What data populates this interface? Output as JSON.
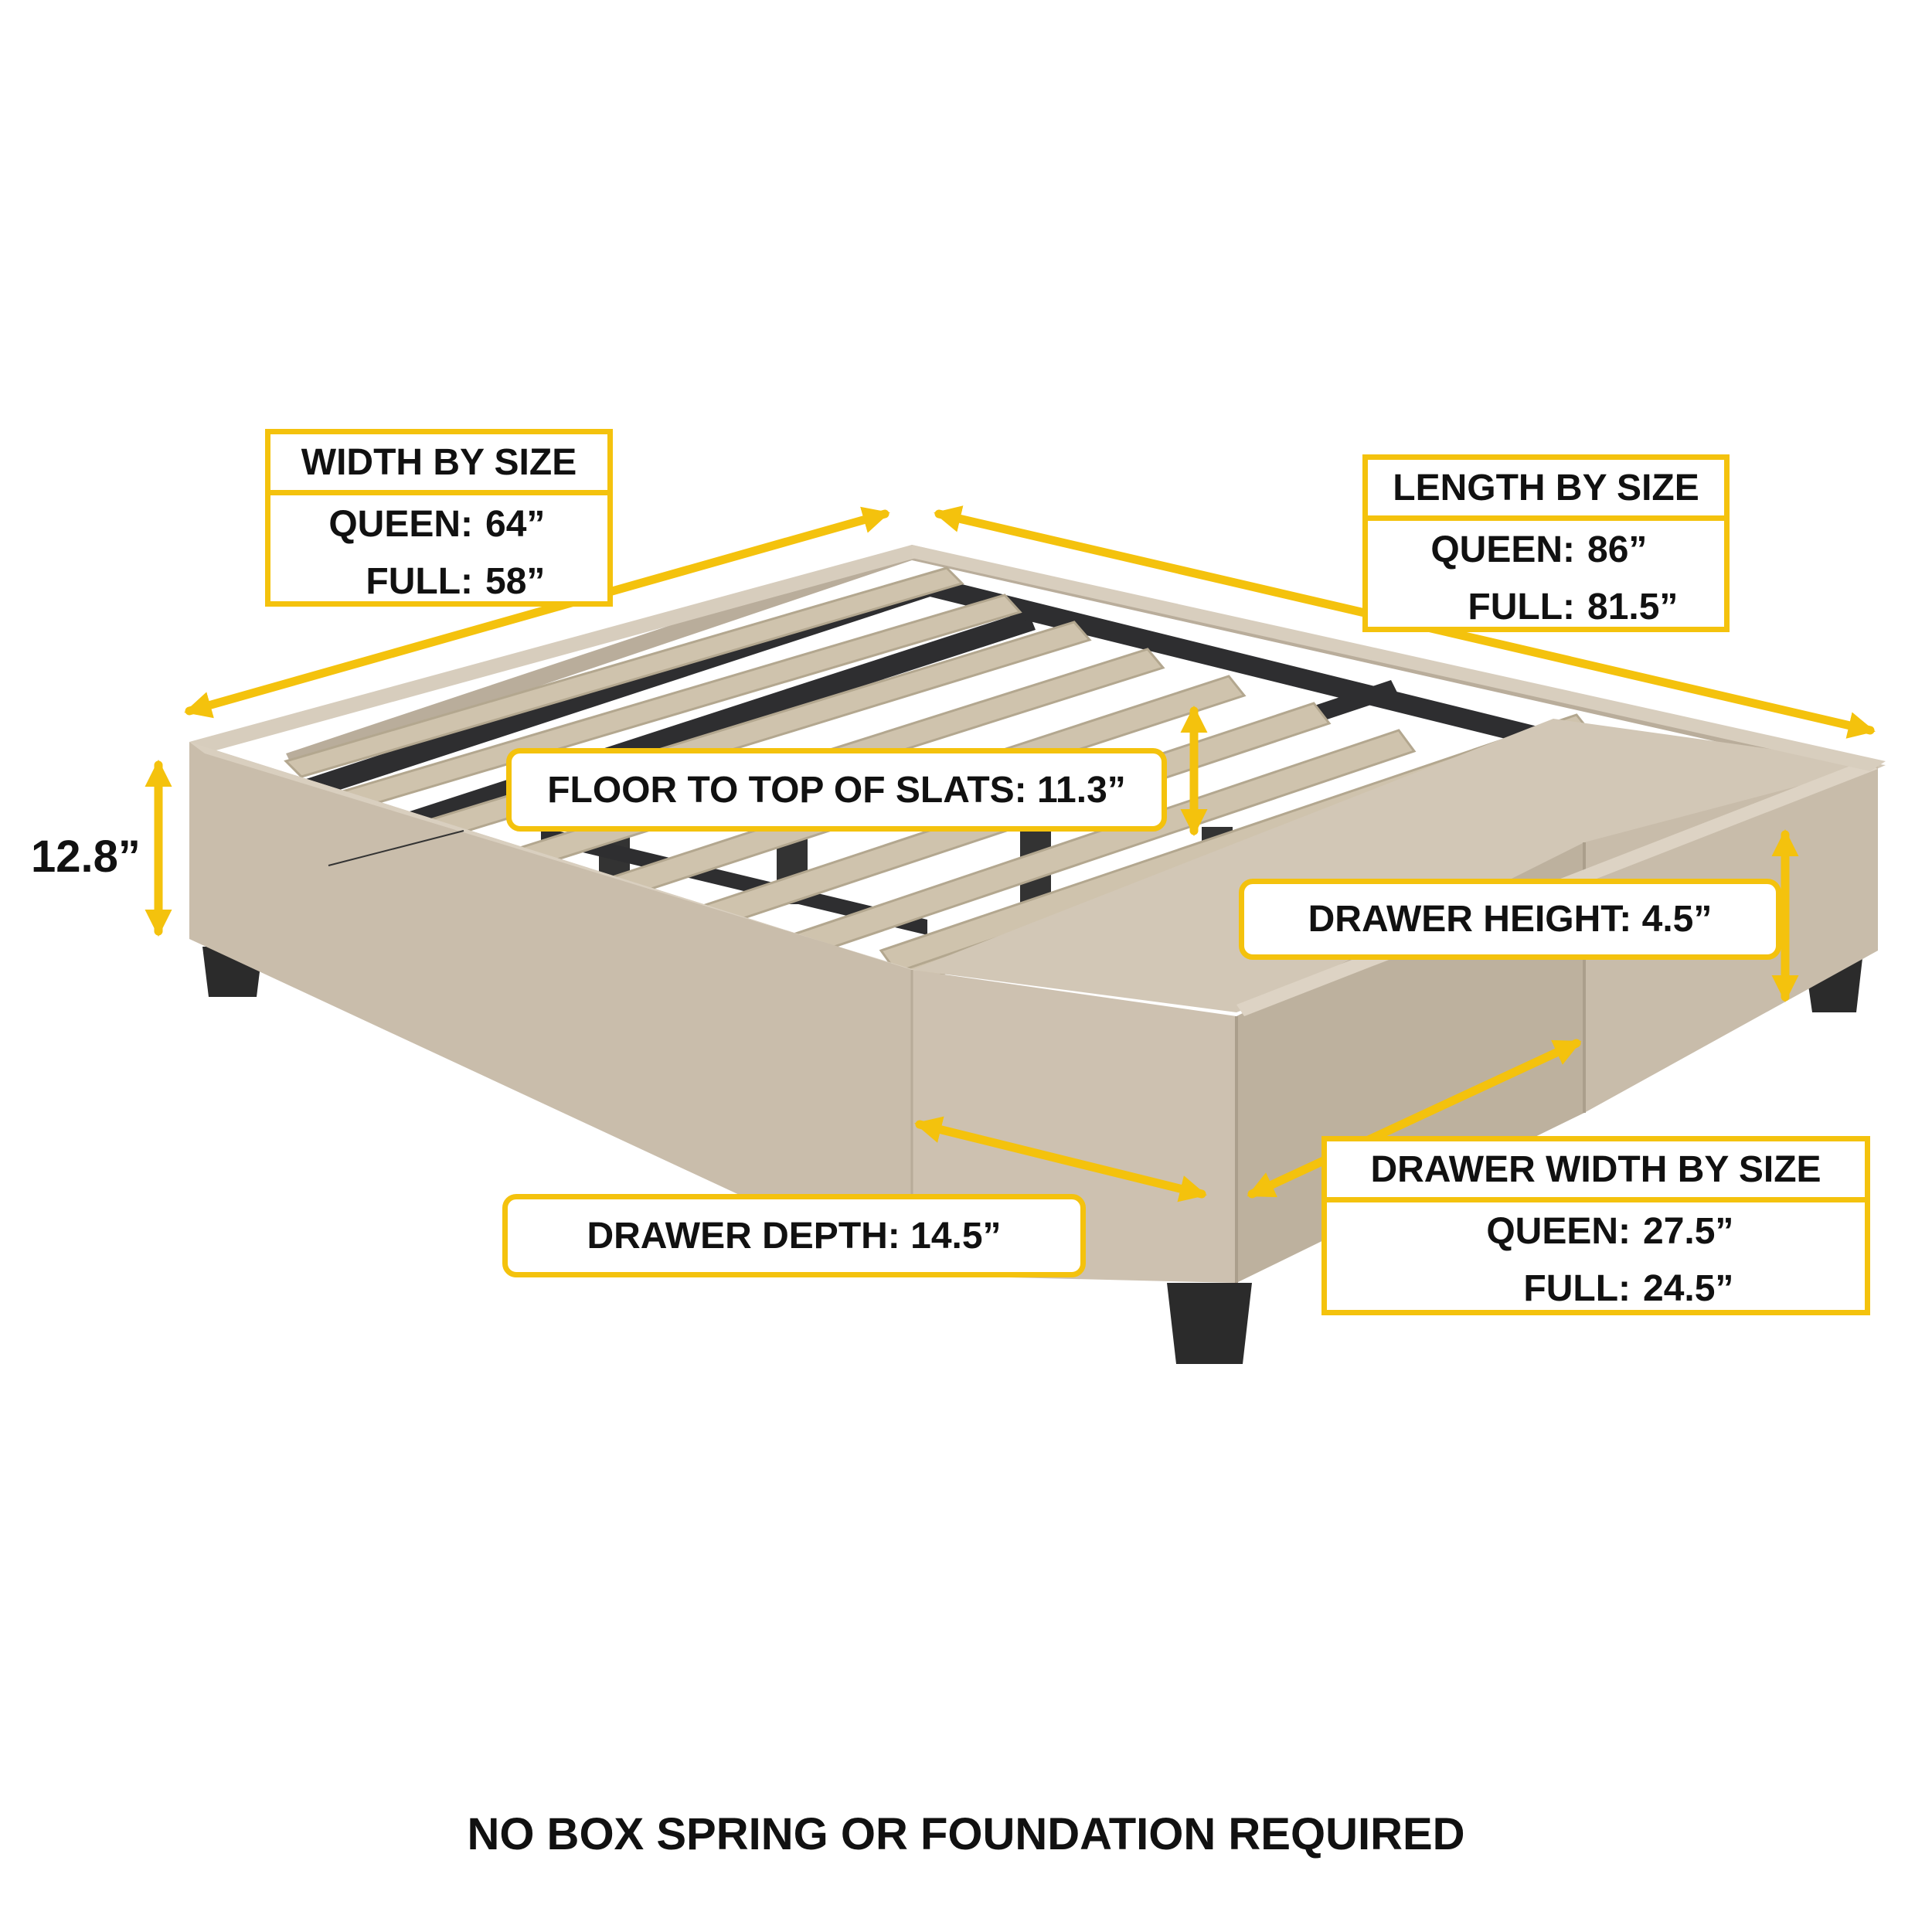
{
  "width_box": {
    "title": "WIDTH BY SIZE",
    "queen_label": "QUEEN:",
    "queen_value": "64”",
    "full_label": "FULL:",
    "full_value": "58”"
  },
  "length_box": {
    "title": "LENGTH BY SIZE",
    "queen_label": "QUEEN:",
    "queen_value": "86”",
    "full_label": "FULL:",
    "full_value": "81.5”"
  },
  "height_label": "12.8”",
  "slats_label": "FLOOR TO TOP OF SLATS: 11.3”",
  "drawer_height_label": "DRAWER HEIGHT: 4.5”",
  "drawer_depth_label": "DRAWER DEPTH: 14.5”",
  "drawer_width_box": {
    "title": "DRAWER WIDTH BY SIZE",
    "queen_label": "QUEEN:",
    "queen_value": "27.5”",
    "full_label": "FULL:",
    "full_value": "24.5”"
  },
  "footer": "NO BOX SPRING OR FOUNDATION REQUIRED",
  "colors": {
    "accent": "#f4c20d",
    "fabric": "#cbbfae",
    "slat": "#cfc3ad",
    "leg": "#2b2b2b",
    "text": "#111111"
  }
}
